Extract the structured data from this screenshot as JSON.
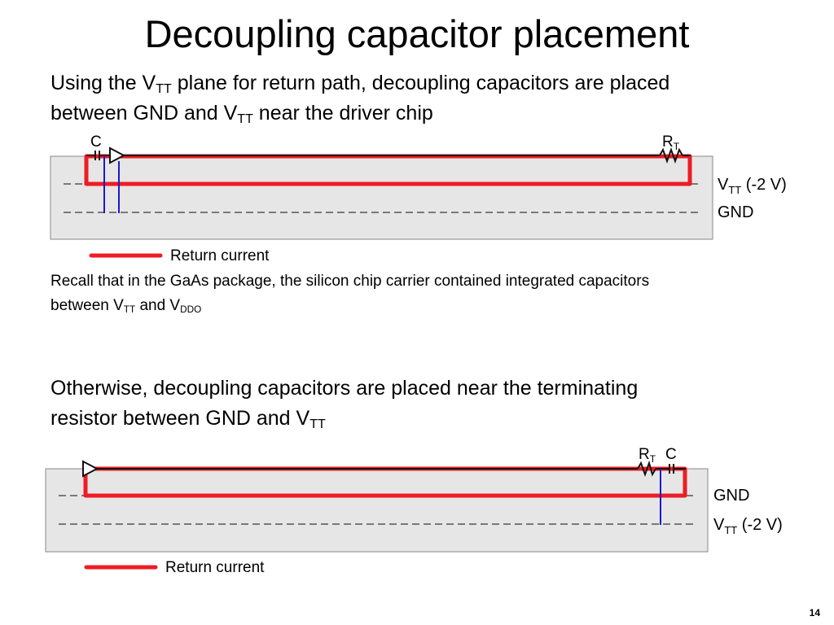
{
  "title": "Decoupling capacitor placement",
  "para1": {
    "l1_a": "Using the V",
    "l1_sub": "TT",
    "l1_b": " plane for return path, decoupling capacitors are placed",
    "l2_a": "between GND and V",
    "l2_sub": "TT",
    "l2_b": " near the driver chip"
  },
  "diagram1": {
    "cap_label": "C",
    "res_label": "R",
    "res_sub": "T",
    "plane1_label": "V",
    "plane1_sub": "TT",
    "plane1_suffix": " (-2 V)",
    "plane2_label": "GND",
    "legend": "Return current"
  },
  "para2": {
    "l1": "Recall that in the GaAs package, the silicon chip carrier contained integrated capacitors",
    "l2_a": "between V",
    "l2_sub1": "TT",
    "l2_b": " and V",
    "l2_sub2": "DDO"
  },
  "para3": {
    "l1": "Otherwise, decoupling capacitors are placed near the terminating",
    "l2_a": "resistor between GND and V",
    "l2_sub": "TT"
  },
  "diagram2": {
    "res_label": "R",
    "res_sub": "T",
    "cap_label": "C",
    "plane1_label": "GND",
    "plane2_label": "V",
    "plane2_sub": "TT",
    "plane2_suffix": " (-2 V)",
    "legend": "Return current"
  },
  "page_number": "14",
  "colors": {
    "return_current": "#ee1c24",
    "via": "#1a1acc",
    "board": "#e6e6e6"
  }
}
